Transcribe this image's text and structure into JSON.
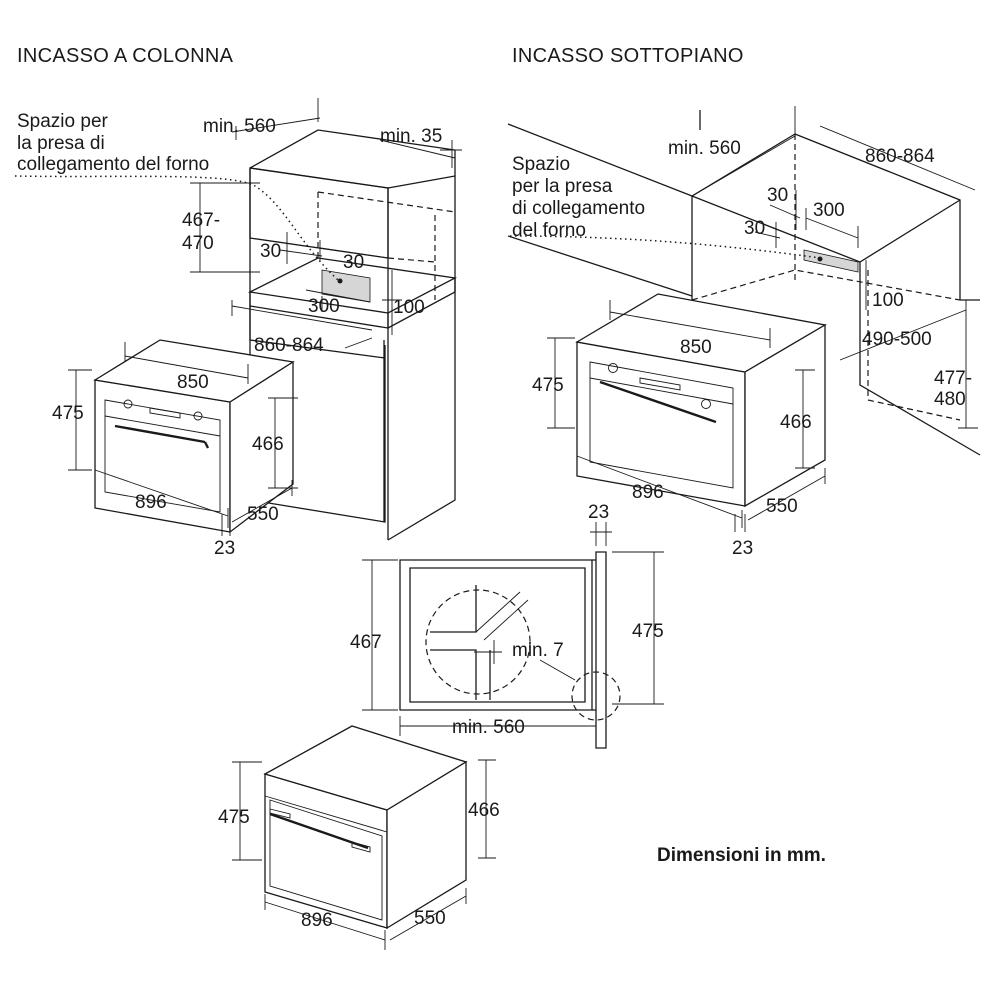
{
  "titles": {
    "column": "INCASSO A COLONNA",
    "under": "INCASSO SOTTOPIANO"
  },
  "column": {
    "socket_note": [
      "Spazio per",
      "la presa di",
      "collegamento del forno"
    ],
    "dim_width_min": "min. 560",
    "dim_gap_min": "min. 35",
    "dim_height_range": [
      "467-",
      "470"
    ],
    "dim_30_a": "30",
    "dim_30_b": "30",
    "dim_300": "300",
    "dim_100": "100",
    "dim_depth": "860-864",
    "oven": {
      "width": "850",
      "height": "475",
      "front_width": "896",
      "inner_height": "466",
      "depth": "550",
      "front_thickness": "23"
    }
  },
  "under": {
    "socket_note": [
      "Spazio",
      "per la presa",
      "di collegamento",
      "del forno"
    ],
    "dim_width_min": "min. 560",
    "dim_depth": "860-864",
    "dim_30_a": "30",
    "dim_300": "300",
    "dim_30_b": "30",
    "dim_100": "100",
    "dim_niche_depth": "490-500",
    "dim_niche_height": [
      "477-",
      "480"
    ],
    "oven": {
      "width": "850",
      "height": "475",
      "front_width": "896",
      "inner_height": "466",
      "depth": "550",
      "front_thickness": "23"
    }
  },
  "section": {
    "dim_front": "23",
    "dim_inner_height": "467",
    "dim_total_height": "475",
    "dim_gap": "min. 7",
    "dim_depth_min": "min. 560"
  },
  "bottom_oven": {
    "height": "475",
    "inner_height": "466",
    "front_width": "896",
    "depth": "550"
  },
  "note": "Dimensioni in mm."
}
